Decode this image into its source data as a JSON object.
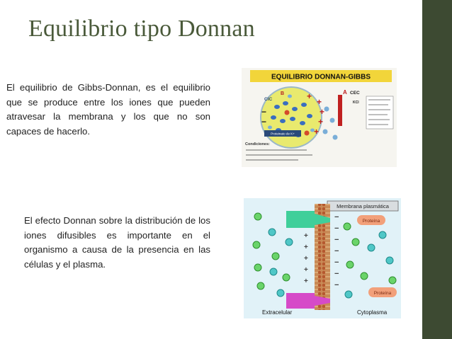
{
  "slide": {
    "title": "Equilibrio tipo Donnan",
    "paragraph_1": "El equilibrio de Gibbs-Donnan, es el equilibrio que se produce entre los iones que pueden atravesar la membrana y los que no son capaces de hacerlo.",
    "paragraph_2": "El efecto Donnan sobre la distribución de los iones difusibles es importante en el organismo a causa de la presencia en las células y el plasma.",
    "colors": {
      "sidebar": "#3d4a32",
      "title": "#4a5a3a"
    }
  },
  "figure_1": {
    "header": "EQUILIBRIO DONNAN-GIBBS",
    "label_cic": "CIC",
    "label_a": "A",
    "label_b": "B",
    "label_cec": "CEC",
    "label_kcl": "KCl",
    "label_protein": "Proteinato de K+",
    "label_conditions": "Condiciones:"
  },
  "figure_2": {
    "label_membrane": "Membrana plasmática",
    "label_protein_top": "Proteína",
    "label_protein_bottom": "Proteína",
    "label_extracellular": "Extracelular",
    "label_cytoplasm": "Cytoplasma"
  }
}
